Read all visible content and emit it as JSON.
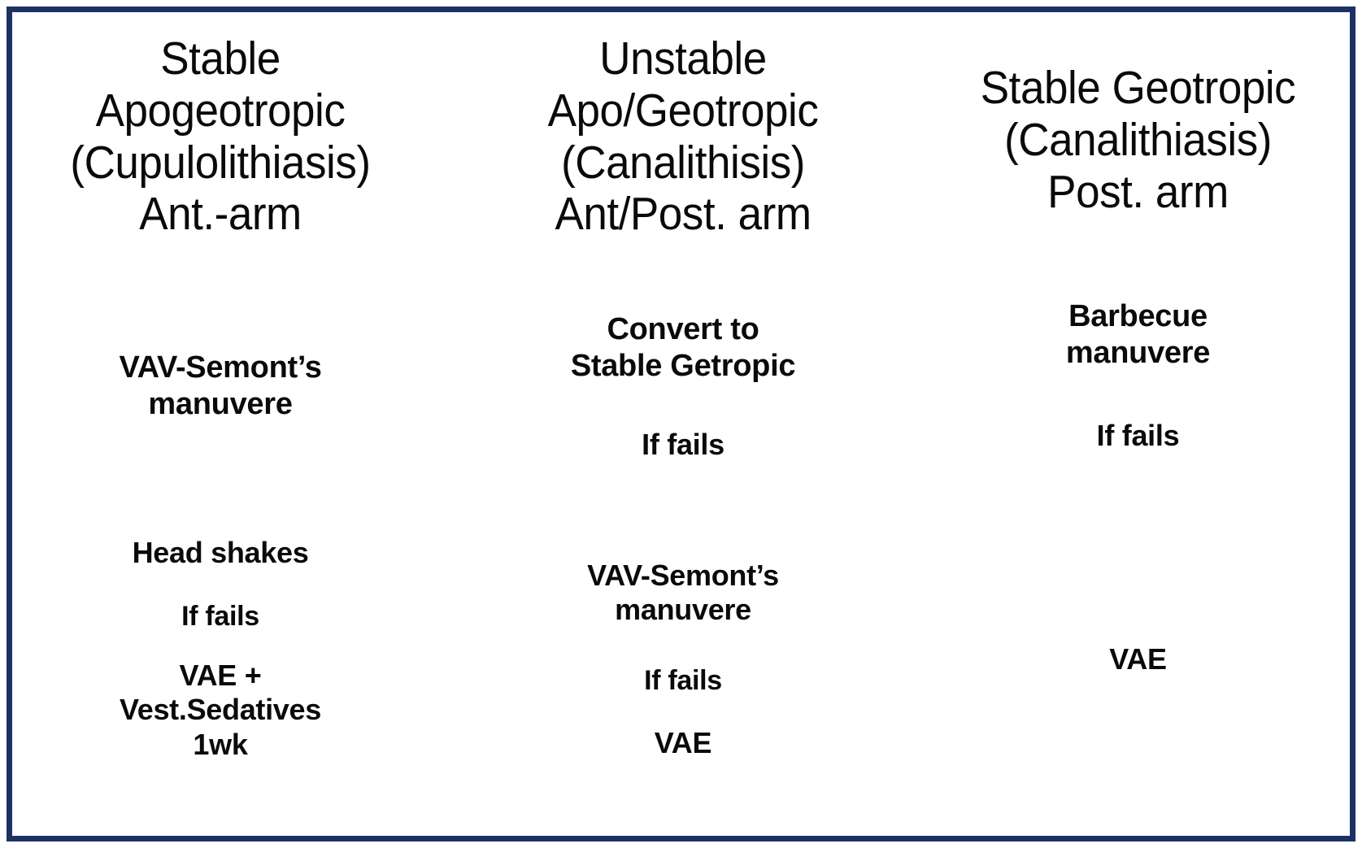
{
  "figure": {
    "title": "BPPV lateral semicircular canal variant treatment algorithm",
    "border_color": "#1f3164",
    "background_color": "#ffffff",
    "text_color": "#0a0a0a"
  },
  "columns": [
    {
      "id": "stable-apogeotropic",
      "header": "Stable\nApogeotropic\n(Cupulolithiasis)\nAnt.-arm",
      "steps": [
        {
          "id": "vav-semont",
          "text": "VAV-Semont’s\nmanuvere"
        },
        {
          "id": "head-shakes",
          "text": "Head shakes"
        },
        {
          "id": "if-fails-1",
          "text": "If fails"
        },
        {
          "id": "vae-vest-sedatives",
          "text": "VAE +\nVest.Sedatives\n1wk"
        }
      ]
    },
    {
      "id": "unstable-apo-geotropic",
      "header": "Unstable\nApo/Geotropic\n(Canalithisis)\nAnt/Post. arm",
      "steps": [
        {
          "id": "convert-to-stable",
          "text": "Convert to\nStable Getropic"
        },
        {
          "id": "if-fails-1",
          "text": "If fails"
        },
        {
          "id": "vav-semont",
          "text": "VAV-Semont’s\nmanuvere"
        },
        {
          "id": "if-fails-2",
          "text": "If fails"
        },
        {
          "id": "vae",
          "text": "VAE"
        }
      ]
    },
    {
      "id": "stable-geotropic",
      "header": "Stable Geotropic\n(Canalithiasis)\nPost. arm",
      "steps": [
        {
          "id": "barbecue",
          "text": "Barbecue\nmanuvere"
        },
        {
          "id": "if-fails-1",
          "text": "If fails"
        },
        {
          "id": "vae",
          "text": "VAE"
        }
      ]
    }
  ]
}
